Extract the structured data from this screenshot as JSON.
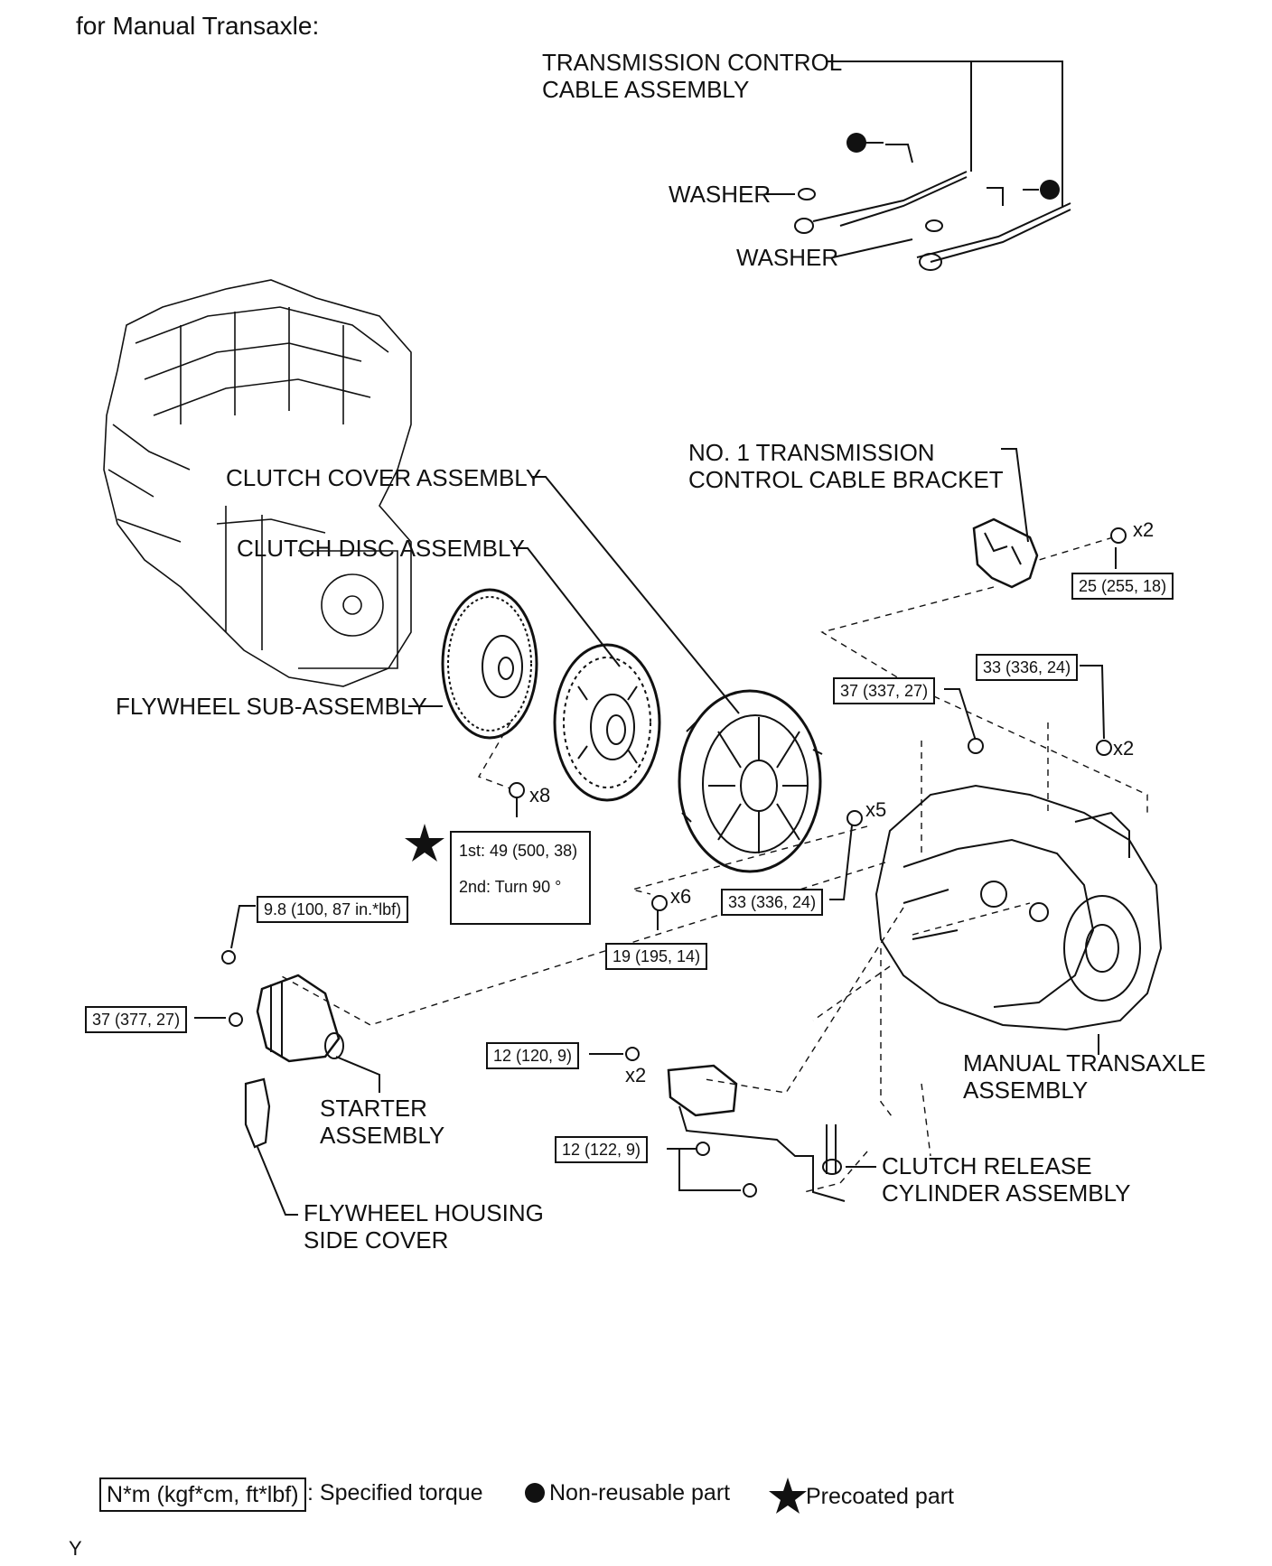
{
  "title": "for Manual Transaxle:",
  "labels": {
    "transmission_control_cable_1": "TRANSMISSION CONTROL",
    "transmission_control_cable_2": "CABLE ASSEMBLY",
    "washer_a": "WASHER",
    "washer_b": "WASHER",
    "no1_bracket_1": "NO. 1 TRANSMISSION",
    "no1_bracket_2": "CONTROL CABLE BRACKET",
    "clutch_cover": "CLUTCH COVER ASSEMBLY",
    "clutch_disc": "CLUTCH DISC ASSEMBLY",
    "flywheel": "FLYWHEEL SUB-ASSEMBLY",
    "starter_1": "STARTER",
    "starter_2": "ASSEMBLY",
    "flywheel_housing_1": "FLYWHEEL HOUSING",
    "flywheel_housing_2": "SIDE COVER",
    "manual_transaxle_1": "MANUAL TRANSAXLE",
    "manual_transaxle_2": "ASSEMBLY",
    "clutch_release_1": "CLUTCH RELEASE",
    "clutch_release_2": "CYLINDER ASSEMBLY"
  },
  "torque": {
    "bracket": "25 (255, 18)",
    "transaxle_upper": "33 (336, 24)",
    "transaxle_left": "37 (337, 27)",
    "cover_bolts": "33 (336, 24)",
    "clutch_cover_bolts": "19 (195, 14)",
    "starter_nut": "9.8 (100, 87 in.*lbf)",
    "starter_bolt": "37 (377, 27)",
    "release_cyl_bolt": "12 (120, 9)",
    "release_line_bolt": "12 (122, 9)"
  },
  "flywheel_spec": {
    "first": "1st: 49 (500, 38)",
    "second": "2nd: Turn 90 °"
  },
  "quantities": {
    "bracket_bolts": "x2",
    "transaxle_bolts": "x2",
    "flywheel_bolts": "x8",
    "cover_bolts": "x5",
    "clutch_cover_bolts": "x6",
    "release_bolts": "x2"
  },
  "legend": {
    "torque_box": "N*m (kgf*cm, ft*lbf)",
    "torque_text": ": Specified torque",
    "non_reusable": "Non-reusable part",
    "precoated": "Precoated part"
  },
  "corner_mark": "Y"
}
